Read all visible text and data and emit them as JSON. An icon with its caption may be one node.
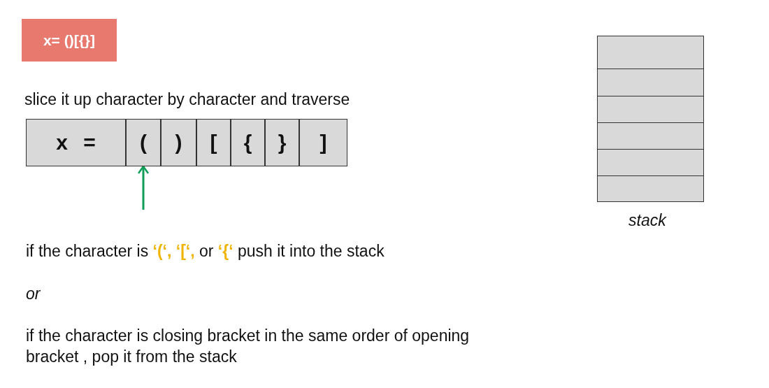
{
  "diagram": {
    "nodes": [
      {
        "text": [
          "x= ()[{}]"
        ]
      },
      {
        "text": [
          "x ="
        ]
      },
      {
        "text": [
          "("
        ]
      },
      {
        "text": [
          ")"
        ]
      },
      {
        "text": [
          "["
        ]
      },
      {
        "text": [
          "{"
        ]
      },
      {
        "text": [
          "}"
        ]
      },
      {
        "text": [
          "]"
        ]
      },
      {
        "text": [],
        "shape": "box"
      },
      {
        "text": [],
        "shape": "box"
      },
      {
        "text": [],
        "shape": "box"
      },
      {
        "text": [],
        "shape": "box"
      },
      {
        "text": [],
        "shape": "box"
      },
      {
        "text": [],
        "shape": "box"
      }
    ],
    "edges": [
      {
        "from": null,
        "to": 2,
        "arrow": "to",
        "color": "#0f9d58"
      }
    ],
    "labels": [
      "slice it up character by character and traverse",
      "stack",
      "if the character is **‘(‘, ‘[‘,** or **‘{‘** push it into the stack",
      "or",
      "if the character is closing bracket in the same order of opening bracket , pop it from the stack"
    ]
  }
}
